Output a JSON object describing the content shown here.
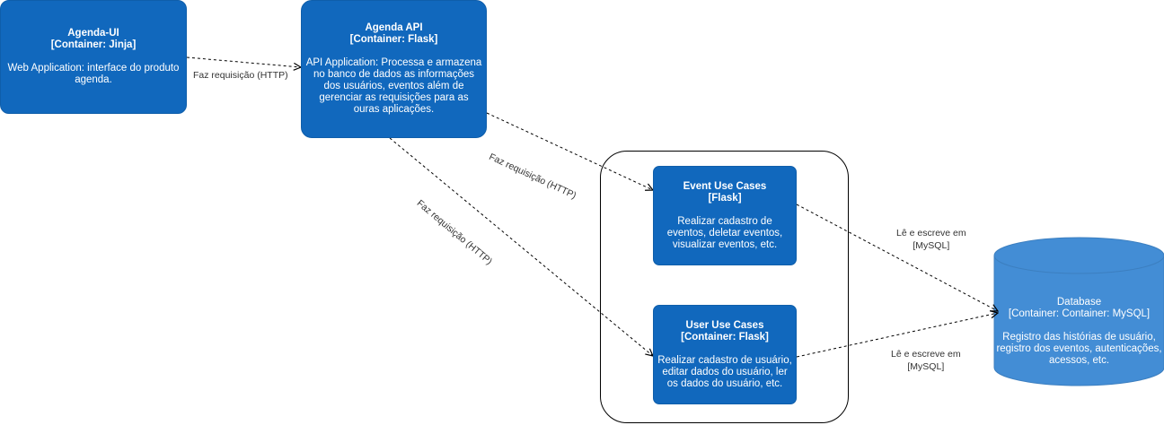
{
  "nodes": {
    "agenda_ui": {
      "title": "Agenda-UI",
      "tech": "[Container: Jinja]",
      "desc": "Web Application: interface do produto agenda."
    },
    "agenda_api": {
      "title": "Agenda API",
      "tech": "[Container: Flask]",
      "desc": "API Application: Processa e armazena no banco de dados as informações dos usuários, eventos além de gerenciar as requisições para as ouras aplicações."
    },
    "event_use_cases": {
      "title": "Event Use Cases",
      "tech": "[Flask]",
      "desc": "Realizar cadastro de eventos, deletar eventos, visualizar eventos, etc."
    },
    "user_use_cases": {
      "title": "User Use Cases",
      "tech": "[Container: Flask]",
      "desc": "Realizar cadastro de usuário, editar dados do usuário, ler os dados do usuário, etc."
    },
    "database": {
      "title": "Database",
      "tech": "[Container: Container: MySQL]",
      "desc": "Registro das histórias de usuário, registro dos eventos, autenticações, acessos, etc."
    }
  },
  "edges": {
    "ui_to_api": "Faz requisição (HTTP)",
    "api_to_event": "Faz requisição (HTTP)",
    "api_to_user": "Faz requisição (HTTP)",
    "event_to_db_line1": "Lê e escreve em",
    "event_to_db_line2": "[MySQL]",
    "user_to_db_line1": "Lê e escreve em",
    "user_to_db_line2": "[MySQL]"
  },
  "colors": {
    "container": "#1168bd",
    "database": "#438dd5",
    "edge": "#000000"
  }
}
